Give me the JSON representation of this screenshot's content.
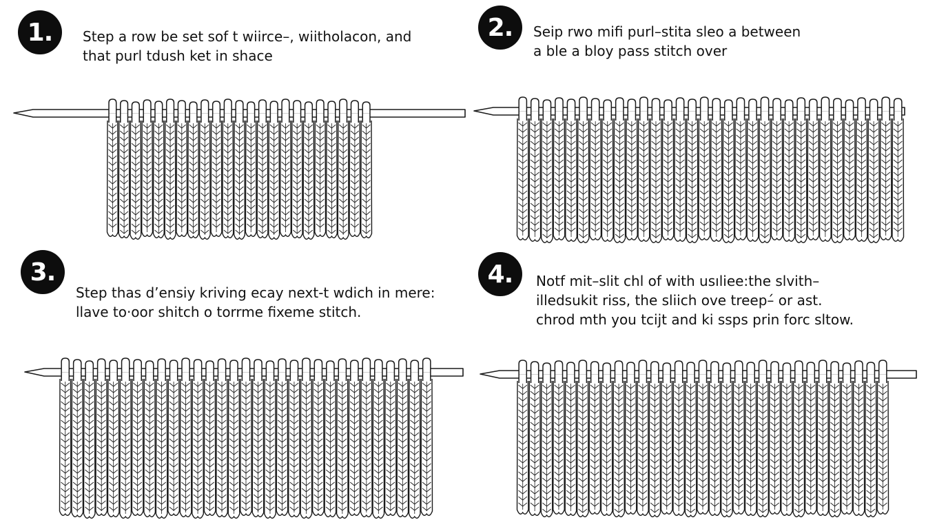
{
  "steps": [
    {
      "number": "1.",
      "lines": [
        "Step a row be set sof t wiirce–, wiitholacon, and",
        "that purl tdush ket in shace"
      ]
    },
    {
      "number": "2.",
      "lines": [
        "Seip rwo mifi purl–stita sleo a between",
        "a ble a bloy pass stitch over"
      ]
    },
    {
      "number": "3.",
      "lines": [
        "Step thas d’ensiy kriving ecay next-t wdich in mere:",
        "llave to·oor shitch o torrme fixeme stitch."
      ]
    },
    {
      "number": "4.",
      "lines": [
        "Notf mit–slit chl of with usıliee:the slvith–",
        "illedsukit riss, the sliich ove treep–́ or ast.",
        "chrod mth you tcijt and ki ssps prin forc sltow."
      ]
    }
  ],
  "illustration": {
    "line_color": "#1a1a1a",
    "fill_color": "#ffffff",
    "icon": "knitting-needle-with-stitches"
  }
}
